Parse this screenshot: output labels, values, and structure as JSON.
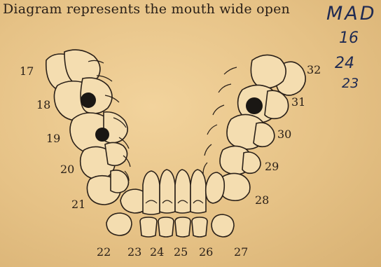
{
  "caption": "Diagram represents the mouth wide open",
  "handwriting": [
    "MAD",
    "16",
    "24",
    "23"
  ],
  "tooth_numbers": {
    "n17": "17",
    "n18": "18",
    "n19": "19",
    "n20": "20",
    "n21": "21",
    "n22": "22",
    "n23": "23",
    "n24": "24",
    "n25": "25",
    "n26": "26",
    "n27": "27",
    "n28": "28",
    "n29": "29",
    "n30": "30",
    "n31": "31",
    "n32": "32"
  }
}
